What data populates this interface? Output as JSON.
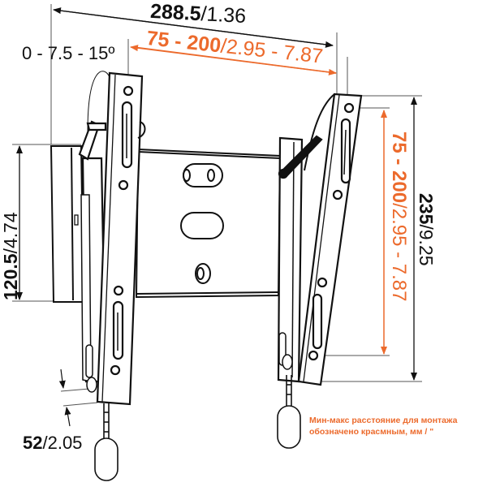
{
  "diagram": {
    "subject": "Tilting TV wall mount bracket",
    "colors": {
      "line": "#111111",
      "accent": "#ec6a2c",
      "extension_line": "#555555",
      "background": "#ffffff"
    },
    "dimensions": {
      "overall_width": {
        "metric_bold": "288.5",
        "imperial": "/1.36"
      },
      "horizontal_vesa": {
        "metric_bold": "75 - 200",
        "imperial": "/2.95 - 7.87"
      },
      "tilt_angle": {
        "text": "0 - 7.5 - 15º"
      },
      "wall_plate_height": {
        "metric_bold": "120.5",
        "imperial": "/4.74"
      },
      "overall_height": {
        "metric_bold": "235",
        "imperial": "/9.25"
      },
      "vertical_vesa": {
        "metric_bold": "75 - 200",
        "imperial": "/2.95 - 7.87"
      },
      "wall_distance": {
        "metric_bold": "52",
        "imperial": "/2.05"
      }
    },
    "note": {
      "line1": "Мин-макс расстояние для монтажа",
      "line2": "обозначено красмным, мм / \""
    }
  }
}
